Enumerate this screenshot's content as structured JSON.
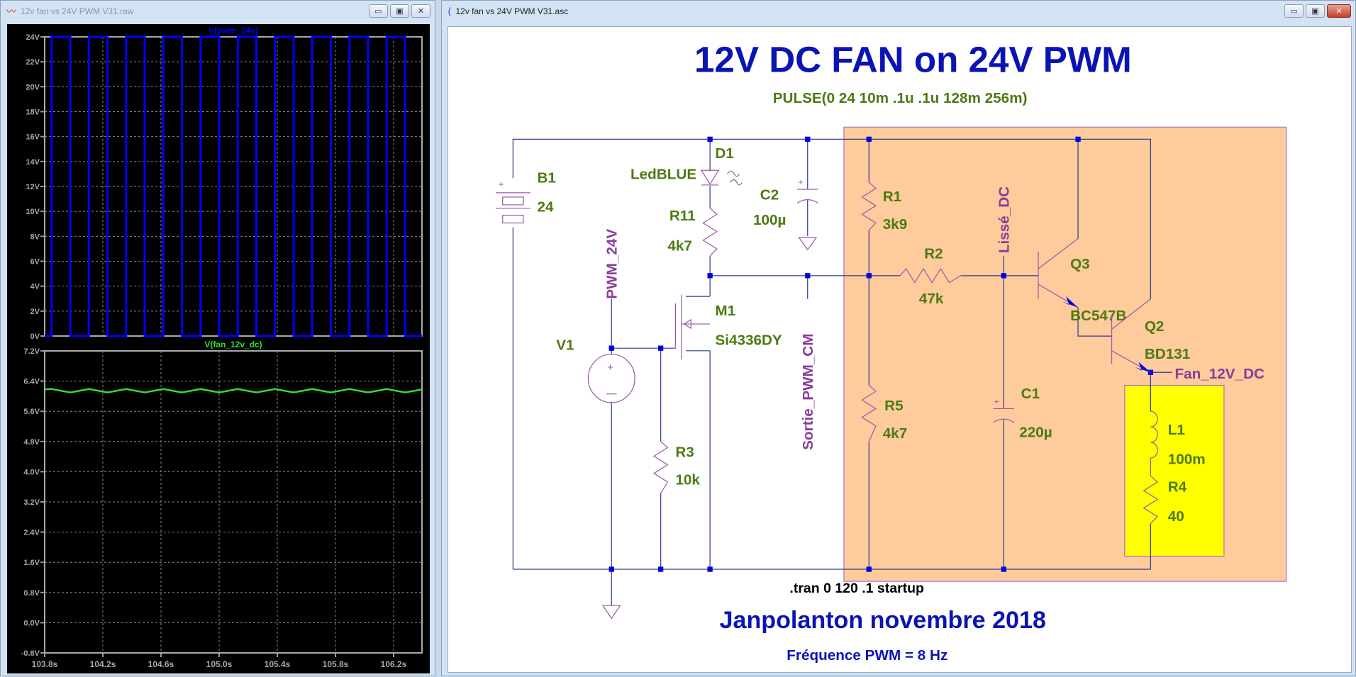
{
  "waveform_window": {
    "title": "12v fan vs 24V PWM V31.raw",
    "buttons": {
      "minimize": "▭",
      "maximize": "▣",
      "close": "✕"
    }
  },
  "schematic_window": {
    "title": "12v fan vs 24V PWM V31.asc",
    "buttons": {
      "minimize": "▭",
      "maximize": "▣",
      "close": "✕"
    }
  },
  "chart_data": [
    {
      "type": "line",
      "title": "V(pwm_24v)",
      "color": "#0000ff",
      "xlim": [
        103.8,
        106.395
      ],
      "ylim": [
        0,
        24
      ],
      "yticks": [
        "24V",
        "22V",
        "20V",
        "18V",
        "16V",
        "14V",
        "12V",
        "10V",
        "8V",
        "6V",
        "4V",
        "2V",
        "0V"
      ],
      "ytick_values": [
        24,
        22,
        20,
        18,
        16,
        14,
        12,
        10,
        8,
        6,
        4,
        2,
        0
      ],
      "square_wave": {
        "low": 0,
        "high": 24,
        "rise_times": [
          103.848,
          104.104,
          104.36,
          104.616,
          104.872,
          105.128,
          105.384,
          105.64,
          105.896,
          106.152
        ],
        "fall_times": [
          103.976,
          104.232,
          104.488,
          104.744,
          105.0,
          105.256,
          105.512,
          105.768,
          106.024,
          106.28
        ]
      },
      "grid": true
    },
    {
      "type": "line",
      "title": "V(fan_12v_dc)",
      "color": "#33dd33",
      "xlim": [
        103.8,
        106.395
      ],
      "ylim": [
        -0.8,
        7.2
      ],
      "yticks": [
        "7.2V",
        "6.4V",
        "5.6V",
        "4.8V",
        "4.0V",
        "3.2V",
        "2.4V",
        "1.6V",
        "0.8V",
        "0.0V",
        "-0.8V"
      ],
      "ytick_values": [
        7.2,
        6.4,
        5.6,
        4.8,
        4.0,
        3.2,
        2.4,
        1.6,
        0.8,
        0.0,
        -0.8
      ],
      "x": [
        103.8,
        103.848,
        103.976,
        104.104,
        104.232,
        104.36,
        104.488,
        104.616,
        104.744,
        104.872,
        105.0,
        105.128,
        105.256,
        105.384,
        105.512,
        105.64,
        105.768,
        105.896,
        106.024,
        106.152,
        106.28,
        106.395
      ],
      "y": [
        6.18,
        6.19,
        6.1,
        6.19,
        6.1,
        6.19,
        6.1,
        6.19,
        6.1,
        6.19,
        6.1,
        6.19,
        6.1,
        6.19,
        6.1,
        6.19,
        6.1,
        6.19,
        6.1,
        6.19,
        6.1,
        6.18
      ],
      "grid": true
    }
  ],
  "xaxis": {
    "ticks": [
      "103.8s",
      "104.2s",
      "104.6s",
      "105.0s",
      "105.4s",
      "105.8s",
      "106.2s"
    ],
    "tick_values": [
      103.8,
      104.2,
      104.6,
      105.0,
      105.4,
      105.8,
      106.2
    ]
  },
  "schematic": {
    "title": "12V DC FAN on 24V PWM",
    "pulse": "PULSE(0 24 10m .1u .1u 128m 256m)",
    "tran": ".tran 0 120 .1 startup",
    "author": "Janpolanton novembre 2018",
    "freq": "Fréquence PWM = 8 Hz",
    "components": {
      "B1": {
        "name": "B1",
        "value": "24"
      },
      "D1": {
        "name": "D1",
        "value": "LedBLUE"
      },
      "C2": {
        "name": "C2",
        "value": "100µ"
      },
      "R11": {
        "name": "R11",
        "value": "4k7"
      },
      "R1": {
        "name": "R1",
        "value": "3k9"
      },
      "R2": {
        "name": "R2",
        "value": "47k"
      },
      "Q3": {
        "name": "Q3",
        "value": "BC547B"
      },
      "Q2": {
        "name": "Q2",
        "value": "BD131"
      },
      "M1": {
        "name": "M1",
        "value": "Si4336DY"
      },
      "V1": {
        "name": "V1"
      },
      "R3": {
        "name": "R3",
        "value": "10k"
      },
      "R5": {
        "name": "R5",
        "value": "4k7"
      },
      "C1": {
        "name": "C1",
        "value": "220µ"
      },
      "L1": {
        "name": "L1",
        "value": "100m"
      },
      "R4": {
        "name": "R4",
        "value": "40"
      }
    },
    "nets": {
      "pwm": "PWM_24V",
      "sortie": "Sortie_PWM_CM",
      "lisse": "Lissé_DC",
      "fan": "Fan_12V_DC"
    },
    "colors": {
      "title": "#0a14b4",
      "label": "#4c7a14",
      "net": "#8a3c9a",
      "region": "#fdcb9c",
      "fan_box": "#ffff00"
    }
  }
}
